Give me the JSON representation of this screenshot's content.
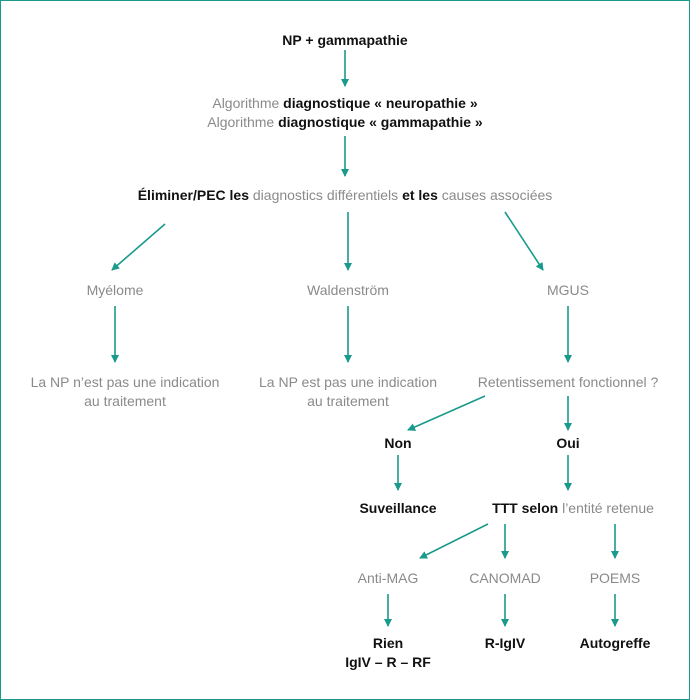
{
  "diagram": {
    "accent_color": "#1a9a8c",
    "root": {
      "text": "NP + gammapathie"
    },
    "algo1": {
      "prefix": "Algorithme",
      "rest": "diagnostique « neuropathie »"
    },
    "algo2": {
      "prefix": "Algorithme",
      "rest": "diagnostique « gammapathie »"
    },
    "eliminate": {
      "p1": "Éliminer/PEC les",
      "p2": "diagnostics différentiels",
      "p3": "et les",
      "p4": "causes associées"
    },
    "myelome": {
      "label": "Myélome",
      "outcome_line1": "La NP n’est pas une indication",
      "outcome_line2": "au traitement"
    },
    "waldenstrom": {
      "label": "Waldenström",
      "outcome_line1": "La NP est pas une indication",
      "outcome_line2": "au traitement"
    },
    "mgus": {
      "label": "MGUS",
      "question": "Retentissement fonctionnel ?"
    },
    "non": {
      "label": "Non",
      "result": "Suveillance"
    },
    "oui": {
      "label": "Oui"
    },
    "ttt": {
      "bold": "TTT selon",
      "rest": "l’entité retenue"
    },
    "antimag": {
      "label": "Anti-MAG",
      "line1": "Rien",
      "line2": "IgIV – R – RF"
    },
    "canomad": {
      "label": "CANOMAD",
      "result": "R-IgIV"
    },
    "poems": {
      "label": "POEMS",
      "result": "Autogreffe"
    }
  }
}
